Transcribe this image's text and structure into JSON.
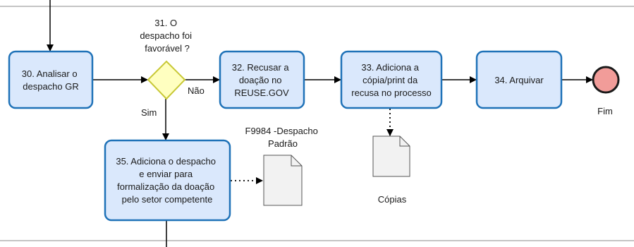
{
  "colors": {
    "task_fill": "#dae8fc",
    "task_stroke": "#1f72b8",
    "gateway_fill": "#ffffc0",
    "gateway_stroke": "#c8c836",
    "end_fill": "#f19c99",
    "end_stroke": "#1a1a1a",
    "doc_fill": "#f2f2f2",
    "line": "#000000",
    "lane": "#888888"
  },
  "tasks": {
    "t30": {
      "lines": [
        "30. Analisar o",
        "despacho GR"
      ]
    },
    "t32": {
      "lines": [
        "32. Recusar a",
        "doação no",
        "REUSE.GOV"
      ]
    },
    "t33": {
      "lines": [
        "33. Adiciona a",
        "cópia/print da",
        "recusa no processo"
      ]
    },
    "t34": {
      "lines": [
        "34. Arquivar"
      ]
    },
    "t35": {
      "lines": [
        "35. Adiciona o despacho",
        "e enviar para",
        "formalização da doação",
        "pelo setor competente"
      ]
    }
  },
  "gateway": {
    "lines": [
      "31. O",
      "despacho foi",
      "favorável ?"
    ]
  },
  "flow_labels": {
    "nao": "Não",
    "sim": "Sim"
  },
  "end_event": {
    "label": "Fim"
  },
  "documents": {
    "copias": {
      "lines": [
        "Cópias"
      ]
    },
    "despacho": {
      "lines": [
        "F9984 -Despacho",
        "Padrão"
      ]
    }
  }
}
